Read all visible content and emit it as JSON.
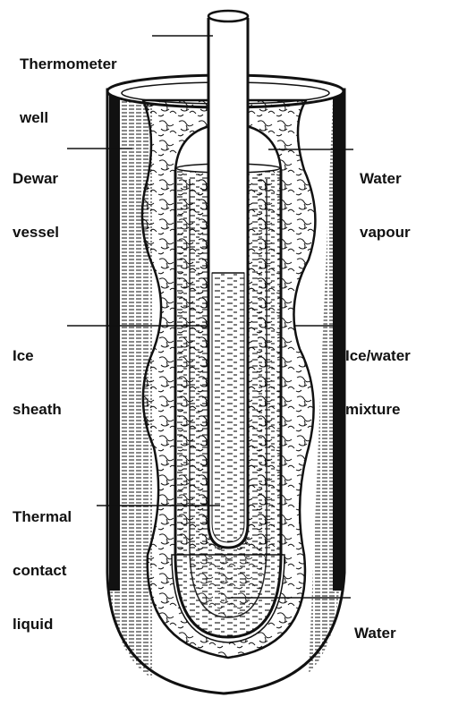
{
  "labels": {
    "thermometer_well": [
      "Thermometer",
      "well"
    ],
    "dewar_vessel": [
      "Dewar",
      "vessel"
    ],
    "water_vapour": [
      "Water",
      "vapour"
    ],
    "ice_sheath": [
      "Ice",
      "sheath"
    ],
    "ice_water_mixture": [
      "Ice/water",
      "mixture"
    ],
    "thermal_contact_liquid": [
      "Thermal",
      "contact",
      "liquid"
    ],
    "water": [
      "Water"
    ]
  },
  "colors": {
    "ink": "#111111",
    "paper": "#ffffff"
  }
}
